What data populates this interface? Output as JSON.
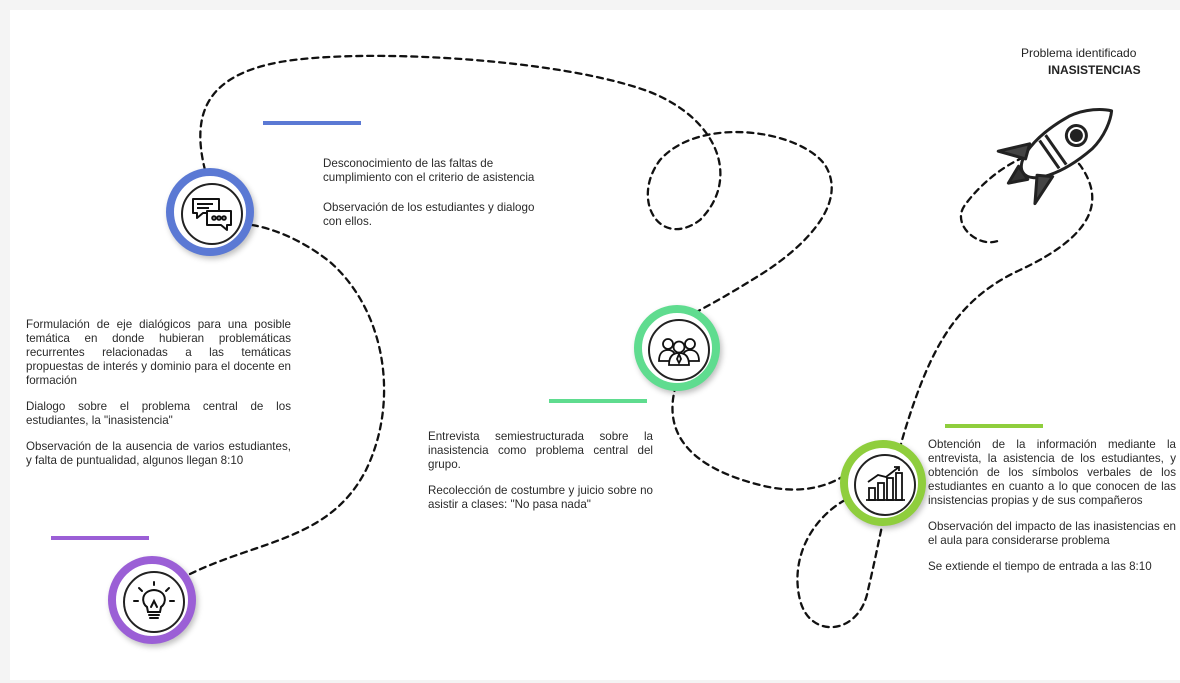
{
  "colors": {
    "blue": "#5b79d4",
    "green": "#5fdc8f",
    "lime": "#8fce3d",
    "purple": "#9b5fd6"
  },
  "problem": {
    "title": "Problema identificado",
    "value": "INASISTENCIAS"
  },
  "stages": [
    {
      "id": "dialogue",
      "icon": "chat-bubbles-icon",
      "color": "#5b79d4",
      "paragraphs": [
        "Desconocimiento de las faltas de cumplimiento con el criterio de asistencia",
        "Observación de los estudiantes y dialogo con ellos."
      ]
    },
    {
      "id": "idea",
      "icon": "lightbulb-icon",
      "color": "#9b5fd6",
      "paragraphs": [
        "Formulación de eje dialógicos para una posible temática en donde hubieran problemáticas recurrentes relacionadas a las temáticas propuestas de interés y dominio para el docente en formación",
        "Dialogo sobre el problema central de los estudiantes, la \"inasistencia\"",
        "Observación de la ausencia de varios estudiantes, y falta de puntualidad, algunos llegan 8:10"
      ]
    },
    {
      "id": "interview",
      "icon": "group-people-icon",
      "color": "#5fdc8f",
      "paragraphs": [
        "Entrevista semiestructurada sobre la inasistencia como problema central del grupo.",
        "Recolección de costumbre y juicio sobre no asistir a clases: \"No pasa nada\""
      ]
    },
    {
      "id": "results",
      "icon": "growth-chart-icon",
      "color": "#8fce3d",
      "paragraphs": [
        "Obtención de la información mediante la entrevista, la asistencia de los estudiantes, y obtención de los símbolos verbales de los estudiantes en cuanto a lo que conocen de las insistencias propias y de sus compañeros",
        "Observación del impacto de las inasistencias en el aula para considerarse problema",
        "Se extiende el tiempo de entrada a las 8:10"
      ]
    }
  ]
}
